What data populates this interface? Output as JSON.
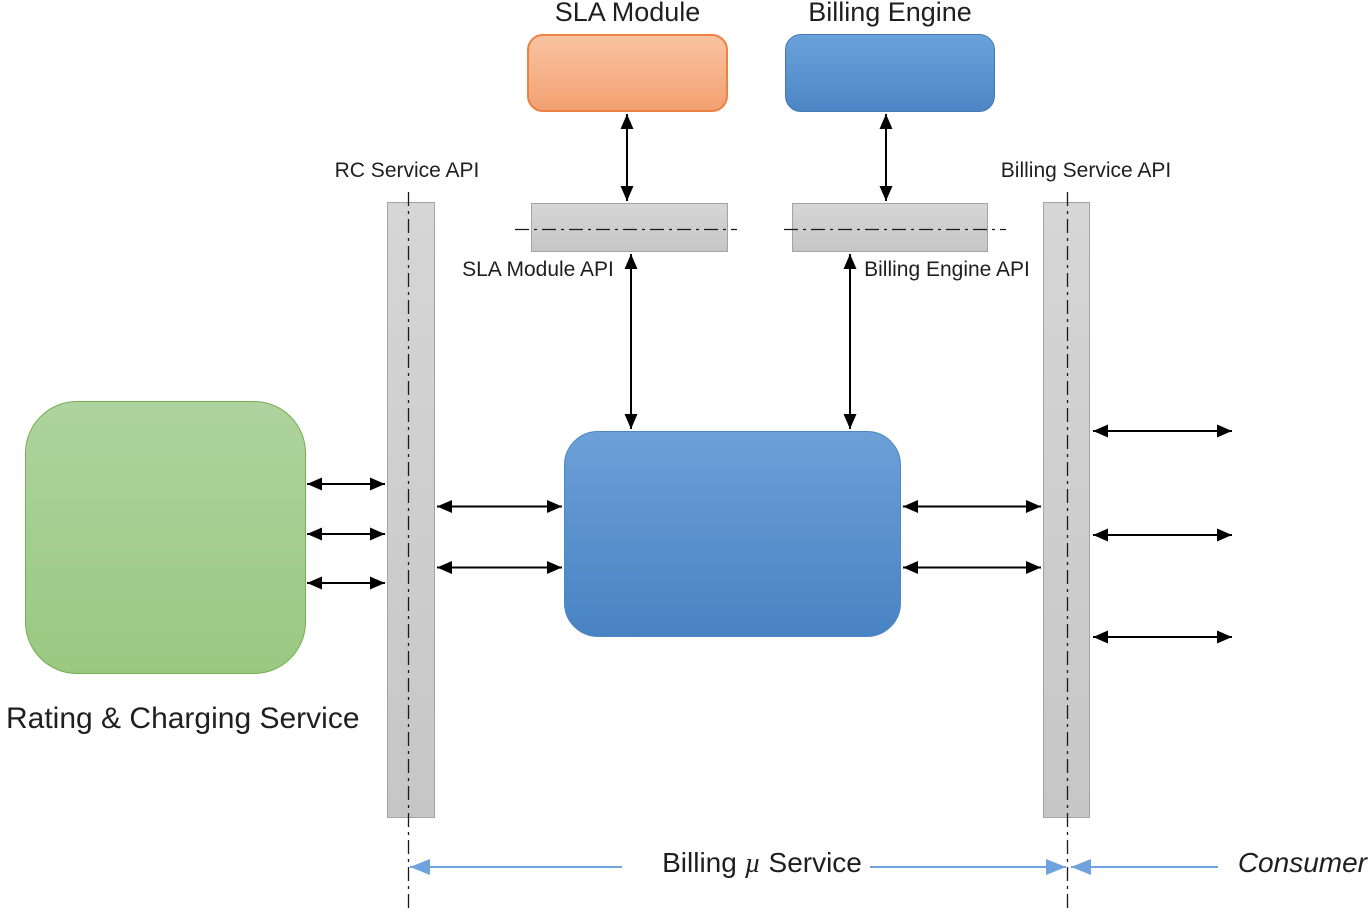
{
  "nodes": {
    "sla_module": {
      "label": "SLA Module"
    },
    "billing_engine": {
      "label": "Billing Engine"
    },
    "rating_charging_service": {
      "label": "Rating & Charging Service"
    },
    "billing_microservice_core": {
      "label": ""
    }
  },
  "apis": {
    "rc_service": {
      "label": "RC Service API"
    },
    "billing_service": {
      "label": "Billing Service API"
    },
    "sla_module": {
      "label": "SLA Module API"
    },
    "billing_engine": {
      "label": "Billing Engine API"
    }
  },
  "annotations": {
    "billing_mu_service": {
      "prefix": "Billing ",
      "mu": "µ",
      "suffix": " Service"
    },
    "consumer": {
      "label": "Consumer"
    }
  },
  "colors": {
    "orange_top": "#FAC3A1",
    "orange_bottom": "#F2A171",
    "orange_border": "#ED8142",
    "engine_top": "#69A2DA",
    "engine_bottom": "#4C86C6",
    "engine_border": "#4679AE",
    "center_top": "#6CA0D7",
    "center_bottom": "#4883C4",
    "center_border": "#4E86C0",
    "green_top": "#AED39E",
    "green_bottom": "#99C981",
    "green_border": "#76AE53",
    "bar_top": "#D6D6D6",
    "bar_bottom": "#C6C6C6",
    "bar_border": "#A3A3A3",
    "arrow_black": "#000000",
    "annotation_blue": "#6FA3DD",
    "text": "#1F1F1F"
  }
}
